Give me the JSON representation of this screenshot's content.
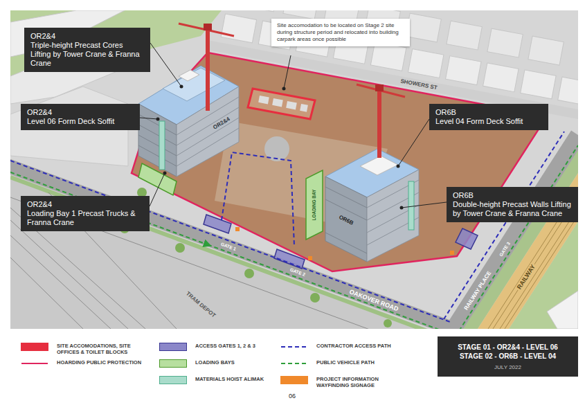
{
  "diagram": {
    "nodes": [
      {
        "text": [
          "OR2&4",
          "Triple-height Precast Cores Lifting by Tower Crane & Franna Crane"
        ]
      },
      {
        "text": [
          "Site accomodation to be located on Stage 2 site during structure period and relocated into building carpark areas once possible"
        ]
      },
      {
        "text": [
          "OR2&4",
          "Level 06 Form Deck Soffit"
        ]
      },
      {
        "text": [
          "OR6B",
          "Level 04 Form Deck Soffit"
        ]
      },
      {
        "text": [
          "OR2&4",
          "Loading Bay 1 Precast Trucks & Franna Crane"
        ]
      },
      {
        "text": [
          "OR6B",
          "Double-height Precast Walls Lifting by Tower Crane & Franna Crane"
        ]
      },
      {
        "text": [
          "STAGE 01 - OR2&4 - LEVEL 06",
          "STAGE 02 - OR6B - LEVEL 04",
          "JULY 2022"
        ]
      }
    ],
    "labels": [
      "SHOWERS ST",
      "OAKOVER ROAD",
      "RAILWAY PLACE",
      "RAILWAY",
      "TRAM DEPOT",
      "OR2&4",
      "OR6B",
      "GATE 1",
      "GATE 2",
      "GATE 3",
      "LOADING BAY",
      "06"
    ],
    "legend": [
      {
        "text": "SITE ACCOMODATIONS, SITE OFFICES & TOILET BLOCKS",
        "color": "#e62e3f"
      },
      {
        "text": "HOARDING PUBLIC PROTECTION"
      },
      {
        "text": "ACCESS GATES 1, 2 & 3",
        "color": "#8b87c9"
      },
      {
        "text": "LOADING BAYS",
        "color": "#b7df9f"
      },
      {
        "text": "MATERIALS HOIST ALIMAK",
        "color": "#a9dccb"
      },
      {
        "text": "CONTRACTOR ACCESS PATH"
      },
      {
        "text": "PUBLIC VEHICLE PATH"
      },
      {
        "text": "PROJECT INFORMATION WAYFINDING SIGNAGE",
        "color": "#f0892b"
      }
    ]
  }
}
